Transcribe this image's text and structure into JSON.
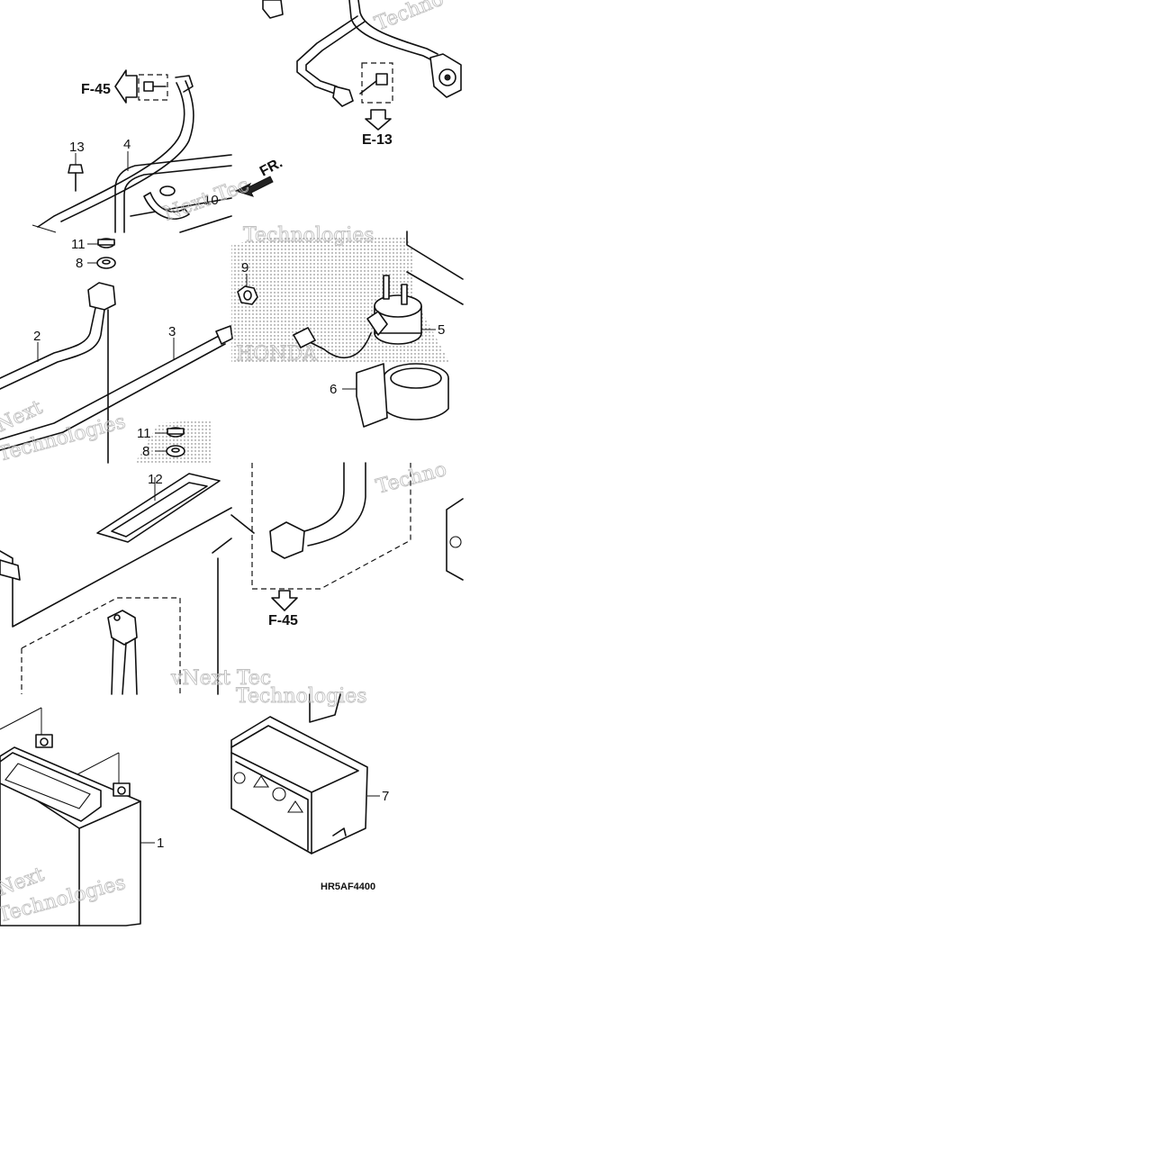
{
  "diagram": {
    "figure_code": "HR5AF4400",
    "direction_label": "FR.",
    "references": {
      "f45_top": "F-45",
      "e13": "E-13",
      "f45_mid": "F-45"
    },
    "callouts": {
      "c1": "1",
      "c2": "2",
      "c3": "3",
      "c4": "4",
      "c5": "5",
      "c6": "6",
      "c7": "7",
      "c8a": "8",
      "c8b": "8",
      "c9": "9",
      "c10": "10",
      "c11a": "11",
      "c11b": "11",
      "c12": "12",
      "c13": "13"
    },
    "watermark": {
      "w1": "Techno",
      "w2": "Next Tec",
      "w3": "Technologies",
      "w4": "Next",
      "w5": "Technologies",
      "w6": "Techno",
      "w7": "vNext Tec",
      "w8": "Technologies",
      "w9": "Next",
      "w10": "Technologies",
      "w11": "HONDA"
    }
  }
}
